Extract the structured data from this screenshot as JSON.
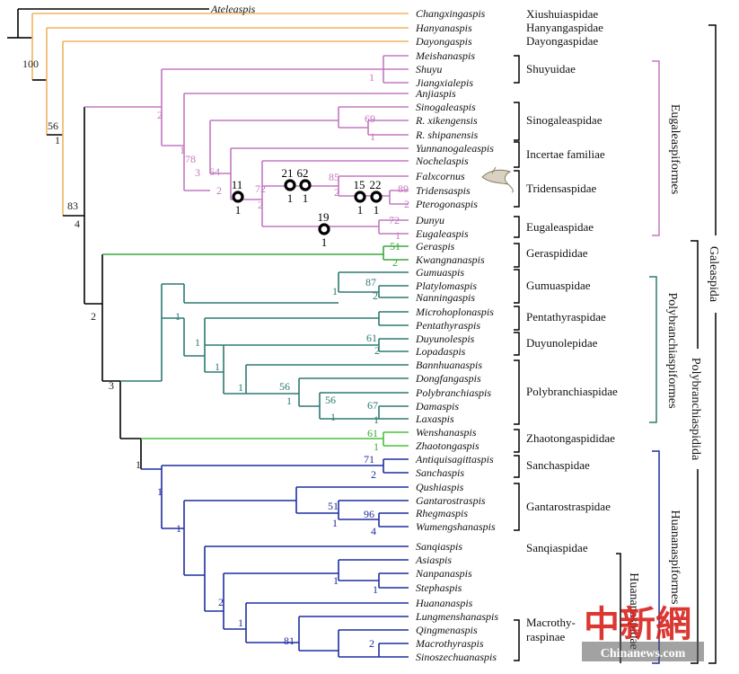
{
  "taxa": [
    "Ateleaspis",
    "Changxingaspis",
    "Hanyanaspis",
    "Dayongaspis",
    "Meishanaspis",
    "Shuyu",
    "Jiangxialepis",
    "Anjiaspis",
    "Sinogaleaspis",
    "R. xikengensis",
    "R. shipanensis",
    "Yunnanogaleaspis",
    "Nochelaspis",
    "Falxcornus",
    "Tridensaspis",
    "Pterogonaspis",
    "Dunyu",
    "Eugaleaspis",
    "Geraspis",
    "Kwangnanaspis",
    "Gumuaspis",
    "Platylomaspis",
    "Nanningaspis",
    "Microhoplonaspis",
    "Pentathyraspis",
    "Duyunolespis",
    "Lopadaspis",
    "Bannhuanaspis",
    "Dongfangaspis",
    "Polybranchiaspis",
    "Damaspis",
    "Laxaspis",
    "Wenshanaspis",
    "Zhaotongaspis",
    "Antiquisagittaspis",
    "Sanchaspis",
    "Qushiaspis",
    "Gantarostraspis",
    "Rhegmaspis",
    "Wumengshanaspis",
    "Sanqiaspis",
    "Asiaspis",
    "Nanpanaspis",
    "Stephaspis",
    "Huananaspis",
    "Lungmenshanaspis",
    "Qingmenaspis",
    "Macrothyraspis",
    "Sinoszechuanaspis"
  ],
  "families": [
    "Xiushuiaspidae",
    "Hanyangaspidae",
    "Dayongaspidae",
    "Shuyuidae",
    "Sinogaleaspidae",
    "Incertae familiae",
    "Tridensaspidae",
    "Eugaleaspidae",
    "Geraspididae",
    "Gumuaspidae",
    "Pentathyraspidae",
    "Duyunolepidae",
    "Polybranchiaspidae",
    "Zhaotongaspididae",
    "Sanchaspidae",
    "Gantarostraspidae",
    "Sanqiaspidae",
    "Macrothy-",
    "raspinae"
  ],
  "orders": {
    "eugaleaspiformes": "Eugaleaspiformes",
    "polybranchiaspiformes": "Polybranchiaspiformes",
    "polybranchiaspidida": "Polybranchiaspidida",
    "huananaspiformes": "Huananaspiformes",
    "huananaspidae": "Huananaspidae",
    "galeaspida": "Galeaspida"
  },
  "node_values": [
    "100",
    "56",
    "1",
    "83",
    "4",
    "2",
    "3",
    "2",
    "1",
    "78",
    "3",
    "64",
    "2",
    "72",
    "2",
    "85",
    "2",
    "89",
    "2",
    "1",
    "69",
    "1",
    "72",
    "1",
    "51",
    "2",
    "1",
    "87",
    "2",
    "1",
    "1",
    "61",
    "2",
    "1",
    "1",
    "56",
    "1",
    "56",
    "1",
    "67",
    "1",
    "61",
    "1",
    "1",
    "71",
    "2",
    "1",
    "1",
    "51",
    "1",
    "96",
    "4",
    "2",
    "1",
    "1",
    "1",
    "81",
    "2"
  ],
  "characters": [
    {
      "id": "11",
      "state": "1"
    },
    {
      "id": "21",
      "state": "1"
    },
    {
      "id": "62",
      "state": "1"
    },
    {
      "id": "15",
      "state": "1"
    },
    {
      "id": "22",
      "state": "1"
    },
    {
      "id": "19",
      "state": "1"
    }
  ],
  "watermark": {
    "logo": "中新網",
    "site": "Chinanews.com"
  },
  "colors": {
    "root": "#000000",
    "orange": "#f0b460",
    "purple": "#c478c0",
    "green": "#3aa83a",
    "teal": "#2e7a72",
    "blue": "#1f2fa0",
    "red_logo": "#d8231d"
  }
}
